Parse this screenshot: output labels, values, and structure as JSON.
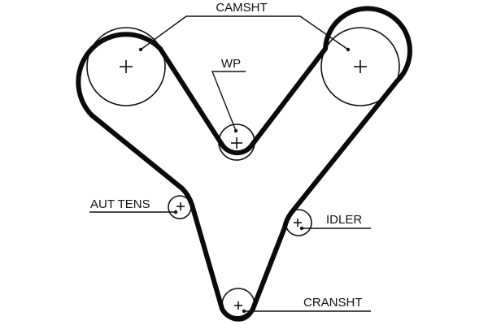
{
  "diagram": {
    "type": "timing-belt-routing",
    "belt_color": "#0a0a0a",
    "line_color": "#111111",
    "background": "#ffffff",
    "labels": {
      "camshaft": "CAMSHT",
      "water_pump": "WP",
      "auto_tensioner": "AUT TENS",
      "idler": "IDLER",
      "crankshaft": "CRANSHT"
    },
    "pulleys": [
      {
        "id": "camshaft-left",
        "label_ref": "camshaft",
        "icon": "plus-center-mark"
      },
      {
        "id": "camshaft-right",
        "label_ref": "camshaft",
        "icon": "plus-center-mark"
      },
      {
        "id": "water-pump",
        "label_ref": "water_pump",
        "icon": "plus-center-mark"
      },
      {
        "id": "auto-tensioner",
        "label_ref": "auto_tensioner",
        "icon": "plus-center-mark"
      },
      {
        "id": "idler",
        "label_ref": "idler",
        "icon": "plus-center-mark"
      },
      {
        "id": "crankshaft",
        "label_ref": "crankshaft",
        "icon": "plus-center-mark"
      }
    ]
  }
}
